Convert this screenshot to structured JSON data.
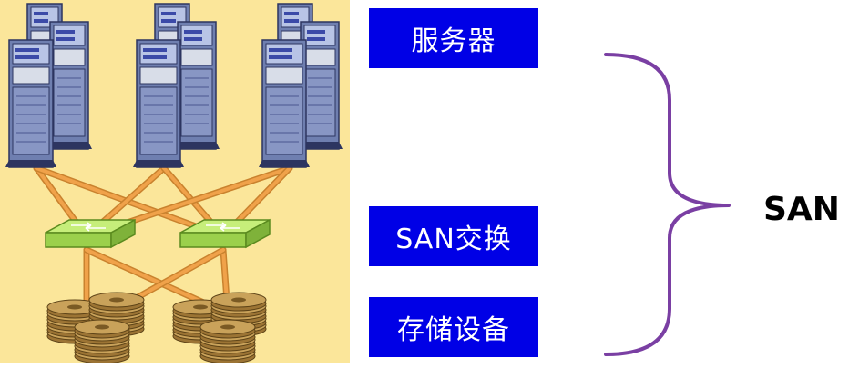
{
  "labels": {
    "servers": "服务器",
    "switches": "SAN交换",
    "storage": "存储设备"
  },
  "brace_target": "SAN",
  "colors": {
    "panel_bg": "#fbe69a",
    "label_bg": "#0000e6",
    "brace": "#7a3fa3",
    "cable": "#f0a24a",
    "switch": "#9bd04c",
    "disk": "#c9a25a"
  },
  "icons": [
    "server-tower-icon",
    "network-switch-icon",
    "disk-stack-icon"
  ]
}
